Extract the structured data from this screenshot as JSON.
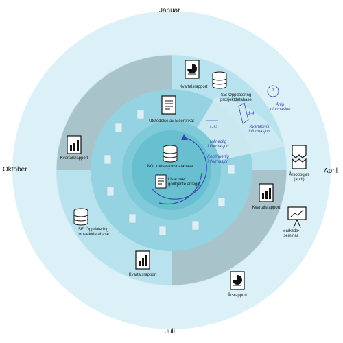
{
  "months": {
    "top": "Januar",
    "right": "April",
    "bottom": "Juli",
    "left": "Oktober"
  },
  "items": {
    "q1_report": "Kvartalsrapport",
    "q1_update": "SE: Oppdatering prosjektdatabase",
    "annual_info": "Årlig informasjon",
    "annual_marker": "1",
    "quarterly_info": "Kvartalsvis informasjon",
    "quarterly_marker": "1-4",
    "monthly_info": "Månedlig informasjon",
    "monthly_marker": "1-12",
    "continuous_info": "Kontinuerlig informasjon",
    "el_certificate": "Utstedelse av Elsertifikat",
    "concession_db": "NO: konsesjonsdatabase",
    "approved_list": "Liste over godkjente anlegg",
    "annual_settlement": "Årsoppgjør (april)",
    "q2_report": "Kvartalsrapport",
    "market_seminar": "Markeds- seminar",
    "annual_report": "Årsrapport",
    "q3_report": "Kvartalsrapport",
    "q3_update": "SE: Oppdatering prosjektdatabase",
    "q4_report": "Kvartalsrapport"
  },
  "colors": {
    "ring_outer": "#dcf1f7",
    "ring_quarter": "#b8e3ee",
    "ring_month": "#95d3e2",
    "center": "#67bfcf",
    "quarter_shade": "#a9c3cb",
    "accent_blue": "#3848b0"
  },
  "icons": [
    "pie-report-icon",
    "bar-report-icon",
    "database-icon",
    "document-icon",
    "broken-document-icon",
    "presentation-icon"
  ]
}
